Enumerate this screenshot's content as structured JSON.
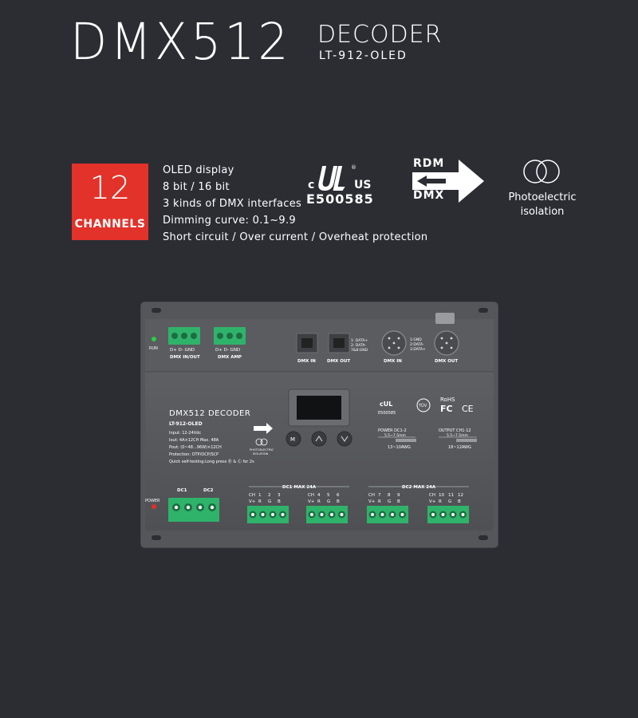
{
  "header": {
    "title_main": "DMX512",
    "title_sub": "DECODER",
    "model": "LT-912-OLED"
  },
  "badge": {
    "number": "12",
    "label": "CHANNELS",
    "color": "#e2322a"
  },
  "features": [
    "OLED display",
    "8 bit / 16 bit",
    "3 kinds of DMX interfaces",
    "Dimming curve: 0.1~9.9",
    "Short circuit / Over current / Overheat protection"
  ],
  "certs": {
    "ul_c": "c",
    "ul_us": "US",
    "ul_code": "E500585",
    "rdm": "RDM",
    "dmx": "DMX",
    "photo_line1": "Photoelectric",
    "photo_line2": "isolation"
  },
  "device": {
    "run": "RUN",
    "power": "POWER",
    "dmx_inout_pins": "D+  D-  GND",
    "dmx_inout": "DMX IN/OUT",
    "dmx_amp_pins": "D+  D-  GND",
    "dmx_amp": "DMX AMP",
    "rj_in": "DMX IN",
    "rj_out": "DMX OUT",
    "rj_pinout1": "1: DATA+",
    "rj_pinout2": "2: DATA-",
    "rj_pinout3": "7&8:GND",
    "xlr_in": "DMX IN",
    "xlr_out": "DMX OUT",
    "xlr_pin1": "1:GND",
    "xlr_pin2": "2:DATA-",
    "xlr_pin3": "3:DATA+",
    "name": "DMX512 DECODER",
    "model": "LT-912-OLED",
    "spec_input": "Input: 12-24Vdc",
    "spec_iout": "Iout:   4A×12CH  Max. 48A",
    "spec_pout": "Pout:  (0~48...96W)×12CH",
    "spec_protect": "Protection: OTP/OCP/SCP",
    "spec_test": "Quick self-testing:Long press Ⓑ & Ⓒ for 2s",
    "photo_label1": "PHOTOELECTRIC",
    "photo_label2": "ISOLATION",
    "ul_code": "E500585",
    "rohs": "RoHS",
    "fc": "FC",
    "ce": "CE",
    "tuv": "TÜV",
    "power_dc": "POWER  DC1-2",
    "power_strip": "5.5~7.5mm",
    "power_awg": "13~10AWG",
    "output_ch": "OUTPUT CH1-12",
    "output_strip": "5.5~7.5mm",
    "output_awg": "18~12AWG",
    "dc1_label": "DC1",
    "dc2_label": "DC2",
    "dc1_max": "DC1  MAX 24A",
    "dc2_max": "DC2  MAX 24A",
    "groups": [
      {
        "nums": [
          "CH",
          "1",
          "2",
          "3"
        ],
        "pins": [
          "V+",
          "R",
          "G",
          "B"
        ]
      },
      {
        "nums": [
          "CH",
          "4",
          "5",
          "6"
        ],
        "pins": [
          "V+",
          "R",
          "G",
          "B"
        ]
      },
      {
        "nums": [
          "CH",
          "7",
          "8",
          "9"
        ],
        "pins": [
          "V+",
          "R",
          "G",
          "B"
        ]
      },
      {
        "nums": [
          "CH",
          "10",
          "11",
          "12"
        ],
        "pins": [
          "V+",
          "R",
          "G",
          "B"
        ]
      }
    ]
  },
  "colors": {
    "background": "#2b2d33",
    "device_body": "#5a5b5f",
    "terminal_green": "#2fb36b",
    "led_green": "#2ecc40",
    "led_red": "#e0302a"
  }
}
